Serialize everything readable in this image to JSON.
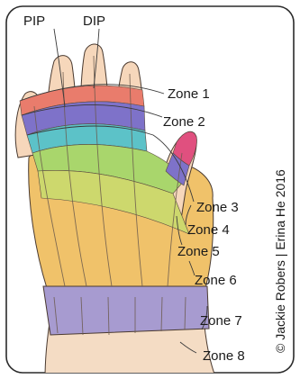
{
  "labels": {
    "pip": "PIP",
    "dip": "DIP",
    "zone1": "Zone 1",
    "zone2": "Zone 2",
    "zone3": "Zone 3",
    "zone4": "Zone 4",
    "zone5": "Zone 5",
    "zone6": "Zone 6",
    "zone7": "Zone 7",
    "zone8": "Zone 8"
  },
  "credit": "© Jackie Robers  |  Erina He 2016",
  "colors": {
    "zone1": "#e97c6c",
    "zone2": "#7e72c9",
    "zone3": "#5cc2c8",
    "zone4": "#a9d66c",
    "zone5": "#cdd86d",
    "zone6": "#f0c26a",
    "zone7": "#a79bd0",
    "zone8": "#f4dcc4",
    "thumb_tip": "#e0507f",
    "finger_tip": "#f6d7bb"
  }
}
